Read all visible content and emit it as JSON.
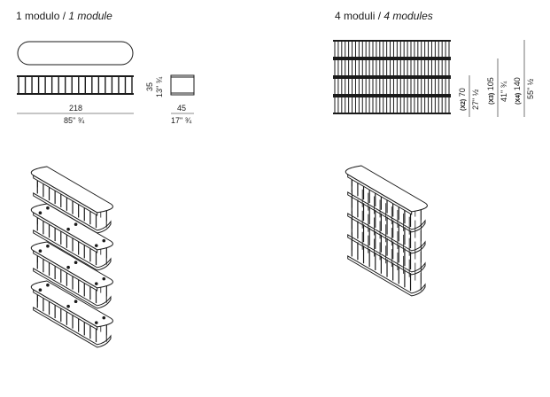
{
  "titles": {
    "one": {
      "main": "1 modulo",
      "sep": " / ",
      "alt": "1 module"
    },
    "four": {
      "main": "4 moduli",
      "sep": " / ",
      "alt": "4 modules"
    }
  },
  "dims_one": {
    "width_cm": "218",
    "width_in": "85\" ¾",
    "height_cm": "35",
    "height_in": "13\" ¾",
    "depth_cm": "45",
    "depth_in": "17\" ¾"
  },
  "dims_four": [
    {
      "mult": "(X2)",
      "cm": "70",
      "in": "27\" ½"
    },
    {
      "mult": "(X3)",
      "cm": "105",
      "in": "41\" ¾"
    },
    {
      "mult": "(X4)",
      "cm": "140",
      "in": "55\" ½"
    }
  ]
}
